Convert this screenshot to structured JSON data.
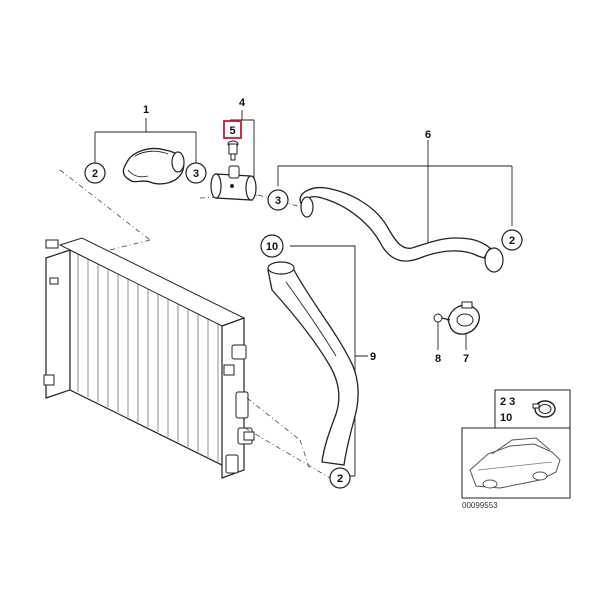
{
  "diagram": {
    "callouts": {
      "c1": "1",
      "c2a": "2",
      "c3a": "3",
      "c4": "4",
      "c5": "5",
      "c3b": "3",
      "c6": "6",
      "c2b": "2",
      "c10": "10",
      "c9": "9",
      "c8": "8",
      "c7": "7",
      "c2c": "2"
    },
    "inset": {
      "label_top": "2  3",
      "label_bottom": "10",
      "image_code": "00099553"
    },
    "colors": {
      "highlight": "#d0152b",
      "line": "#222222"
    }
  }
}
